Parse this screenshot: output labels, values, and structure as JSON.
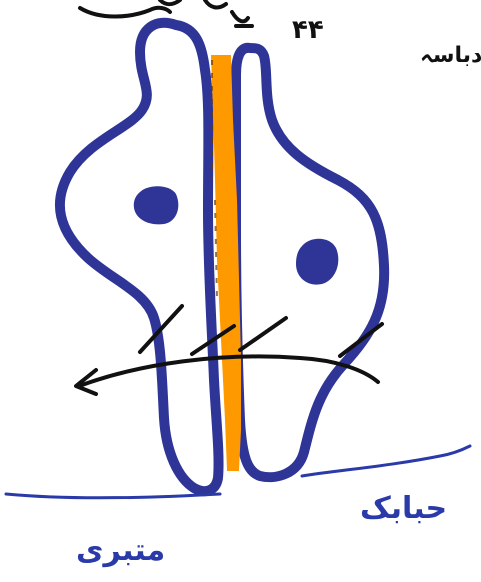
{
  "drawing": {
    "palette": {
      "background": "#ffffff",
      "cell_outline": "#2f3596",
      "nucleus": "#2f3596",
      "junction_band": "#ff9900",
      "ink_black": "#111111",
      "ink_blue": "#2a3aa8"
    },
    "handwriting": {
      "top_center": "۴۴",
      "top_right": "دباسہ",
      "bottom_left": "متبری",
      "bottom_right": "حبابک"
    }
  }
}
